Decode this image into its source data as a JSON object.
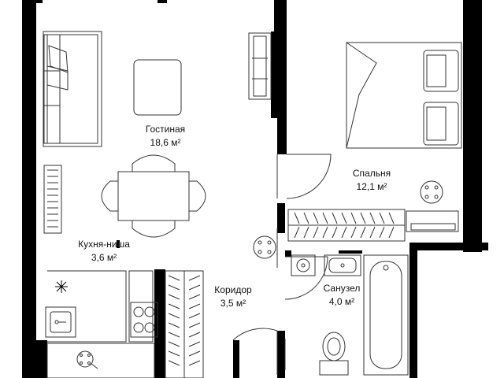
{
  "rooms": [
    {
      "key": "living",
      "name": "Гостиная",
      "area": "18,6 м²"
    },
    {
      "key": "bedroom",
      "name": "Спальня",
      "area": "12,1 м²"
    },
    {
      "key": "kitchen",
      "name": "Кухня-ниша",
      "area": "3,6 м²"
    },
    {
      "key": "corridor",
      "name": "Коридор",
      "area": "3,5 м²"
    },
    {
      "key": "bathroom",
      "name": "Санузел",
      "area": "4,0 м²"
    }
  ],
  "colors": {
    "wall": "#000000",
    "line": "#333333",
    "fill": "#ffffff"
  },
  "icons": [
    "sofa-icon",
    "double-bed-icon",
    "dining-table-icon",
    "wardrobe-icon",
    "bathtub-icon",
    "toilet-icon",
    "sink-icon",
    "stove-icon",
    "washing-machine-icon",
    "tv-stand-icon",
    "snowflake-icon"
  ]
}
